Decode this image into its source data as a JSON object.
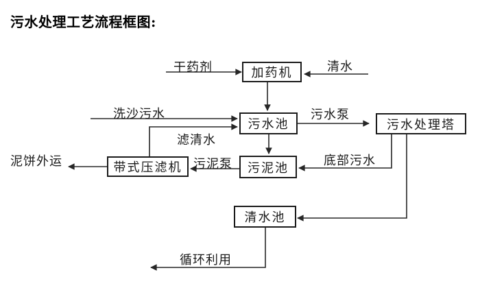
{
  "title": "污水处理工艺流程框图:",
  "colors": {
    "background": "#ffffff",
    "line": "#262626",
    "box_border": "#1a1a1a",
    "text": "#000000"
  },
  "flowchart": {
    "nodes": [
      {
        "id": "dosing-machine",
        "label": "加药机"
      },
      {
        "id": "sewage-pool",
        "label": "污水池"
      },
      {
        "id": "treatment-tower",
        "label": "污水处理塔"
      },
      {
        "id": "sludge-pool",
        "label": "污泥池"
      },
      {
        "id": "belt-filter-press",
        "label": "带式压滤机"
      },
      {
        "id": "clean-water-pool",
        "label": "清水池"
      }
    ],
    "edges": [
      {
        "label": "干药剂",
        "from": "external",
        "to": "dosing-machine"
      },
      {
        "label": "清水",
        "from": "external",
        "to": "dosing-machine"
      },
      {
        "label": "",
        "from": "dosing-machine",
        "to": "sewage-pool"
      },
      {
        "label": "洗沙污水",
        "from": "external",
        "to": "sewage-pool"
      },
      {
        "label": "滤清水",
        "from": "belt-filter-press",
        "to": "sewage-pool"
      },
      {
        "label": "污水泵",
        "from": "sewage-pool",
        "to": "treatment-tower"
      },
      {
        "label": "",
        "from": "sewage-pool",
        "to": "sludge-pool"
      },
      {
        "label": "底部污水",
        "from": "treatment-tower",
        "to": "sludge-pool"
      },
      {
        "label": "污泥泵",
        "from": "sludge-pool",
        "to": "belt-filter-press"
      },
      {
        "label": "泥饼外运",
        "from": "belt-filter-press",
        "to": "external"
      },
      {
        "label": "",
        "from": "treatment-tower",
        "to": "clean-water-pool"
      },
      {
        "label": "循环利用",
        "from": "clean-water-pool",
        "to": "external"
      }
    ]
  }
}
